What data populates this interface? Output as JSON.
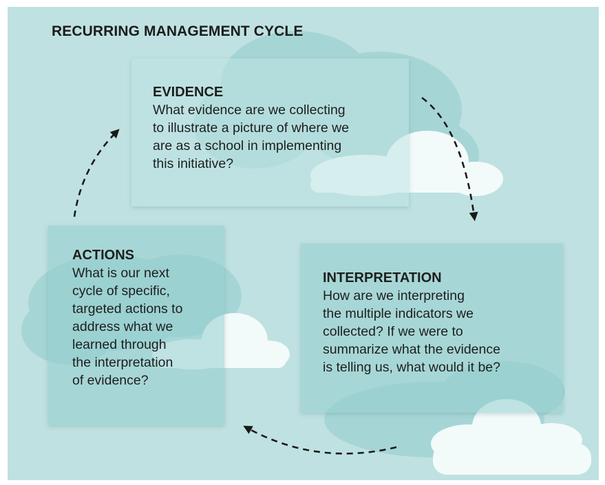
{
  "title": "RECURRING MANAGEMENT CYCLE",
  "evidence": {
    "heading": "EVIDENCE",
    "lines": [
      "What evidence are we collecting",
      "to illustrate a picture of where we",
      "are as a school in implementing",
      "this initiative?"
    ]
  },
  "actions": {
    "heading": "ACTIONS",
    "lines": [
      "What is our next",
      "cycle of specific,",
      "targeted actions to",
      "address what we",
      "learned through",
      "the interpretation",
      "of evidence?"
    ]
  },
  "interpretation": {
    "heading": "INTERPRETATION",
    "lines": [
      "How are we interpreting",
      "the multiple indicators we",
      "collected? If we were to",
      "summarize what the evidence",
      "is telling us, what would it be?"
    ]
  },
  "colors": {
    "background": "#bfe1e1",
    "cloud_teal": "#9fd2d3",
    "cloud_white": "#f3fafa",
    "text": "#1e1e1e"
  }
}
